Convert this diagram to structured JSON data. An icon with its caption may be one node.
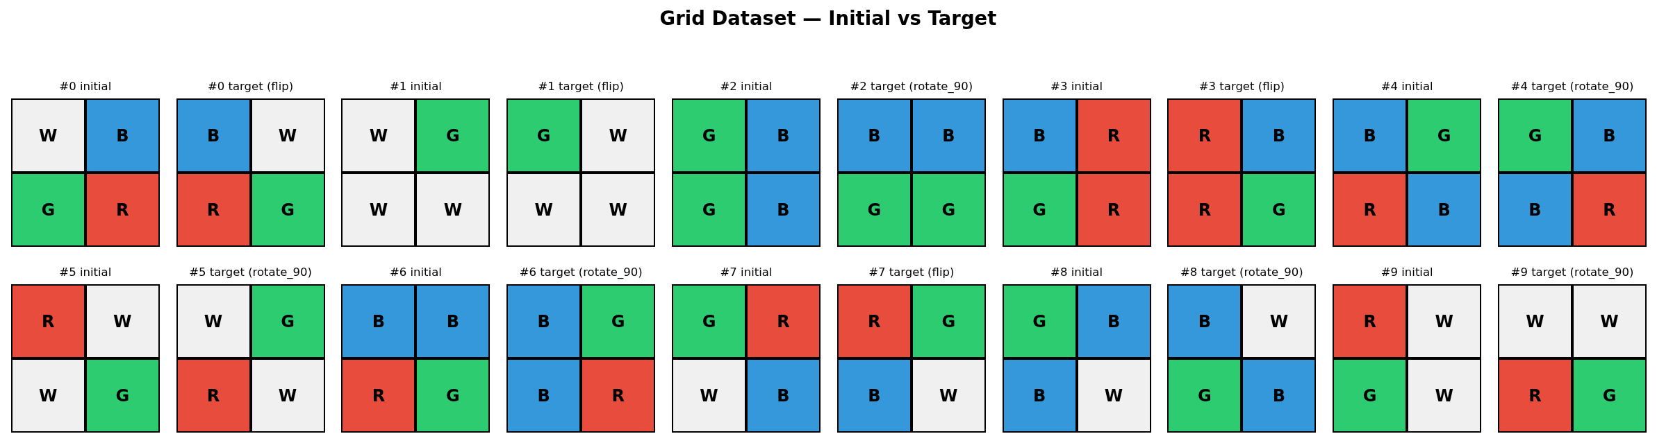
{
  "diagram": {
    "title": "Grid Dataset — Initial vs Target",
    "nodes": [
      {
        "text": [
          "#0 initial"
        ]
      },
      {
        "text": [
          "W"
        ],
        "in": 0
      },
      {
        "text": [
          "B"
        ],
        "in": 0
      },
      {
        "text": [
          "G"
        ],
        "in": 0
      },
      {
        "text": [
          "R"
        ],
        "in": 0
      },
      {
        "text": [
          "#0 target (flip)"
        ]
      },
      {
        "text": [
          "B"
        ],
        "in": 5
      },
      {
        "text": [
          "W"
        ],
        "in": 5
      },
      {
        "text": [
          "R"
        ],
        "in": 5
      },
      {
        "text": [
          "G"
        ],
        "in": 5
      },
      {
        "text": [
          "#1 initial"
        ]
      },
      {
        "text": [
          "W"
        ],
        "in": 10
      },
      {
        "text": [
          "G"
        ],
        "in": 10
      },
      {
        "text": [
          "W"
        ],
        "in": 10
      },
      {
        "text": [
          "W"
        ],
        "in": 10
      },
      {
        "text": [
          "#1 target (flip)"
        ]
      },
      {
        "text": [
          "G"
        ],
        "in": 15
      },
      {
        "text": [
          "W"
        ],
        "in": 15
      },
      {
        "text": [
          "W"
        ],
        "in": 15
      },
      {
        "text": [
          "W"
        ],
        "in": 15
      },
      {
        "text": [
          "#2 initial"
        ]
      },
      {
        "text": [
          "G"
        ],
        "in": 20
      },
      {
        "text": [
          "B"
        ],
        "in": 20
      },
      {
        "text": [
          "G"
        ],
        "in": 20
      },
      {
        "text": [
          "B"
        ],
        "in": 20
      },
      {
        "text": [
          "#2 target (rotate_90)"
        ]
      },
      {
        "text": [
          "B"
        ],
        "in": 25
      },
      {
        "text": [
          "B"
        ],
        "in": 25
      },
      {
        "text": [
          "G"
        ],
        "in": 25
      },
      {
        "text": [
          "G"
        ],
        "in": 25
      },
      {
        "text": [
          "#3 initial"
        ]
      },
      {
        "text": [
          "B"
        ],
        "in": 30
      },
      {
        "text": [
          "R"
        ],
        "in": 30
      },
      {
        "text": [
          "G"
        ],
        "in": 30
      },
      {
        "text": [
          "R"
        ],
        "in": 30
      },
      {
        "text": [
          "#3 target (flip)"
        ]
      },
      {
        "text": [
          "R"
        ],
        "in": 35
      },
      {
        "text": [
          "B"
        ],
        "in": 35
      },
      {
        "text": [
          "R"
        ],
        "in": 35
      },
      {
        "text": [
          "G"
        ],
        "in": 35
      },
      {
        "text": [
          "#4 initial"
        ]
      },
      {
        "text": [
          "B"
        ],
        "in": 40
      },
      {
        "text": [
          "G"
        ],
        "in": 40
      },
      {
        "text": [
          "R"
        ],
        "in": 40
      },
      {
        "text": [
          "B"
        ],
        "in": 40
      },
      {
        "text": [
          "#4 target (rotate_90)"
        ]
      },
      {
        "text": [
          "G"
        ],
        "in": 45
      },
      {
        "text": [
          "B"
        ],
        "in": 45
      },
      {
        "text": [
          "B"
        ],
        "in": 45
      },
      {
        "text": [
          "R"
        ],
        "in": 45
      },
      {
        "text": [
          "#5 initial"
        ]
      },
      {
        "text": [
          "R"
        ],
        "in": 50
      },
      {
        "text": [
          "W"
        ],
        "in": 50
      },
      {
        "text": [
          "W"
        ],
        "in": 50
      },
      {
        "text": [
          "G"
        ],
        "in": 50
      },
      {
        "text": [
          "#5 target (rotate_90)"
        ]
      },
      {
        "text": [
          "W"
        ],
        "in": 55
      },
      {
        "text": [
          "G"
        ],
        "in": 55
      },
      {
        "text": [
          "R"
        ],
        "in": 55
      },
      {
        "text": [
          "W"
        ],
        "in": 55
      },
      {
        "text": [
          "#6 initial"
        ]
      },
      {
        "text": [
          "B"
        ],
        "in": 60
      },
      {
        "text": [
          "B"
        ],
        "in": 60
      },
      {
        "text": [
          "R"
        ],
        "in": 60
      },
      {
        "text": [
          "G"
        ],
        "in": 60
      },
      {
        "text": [
          "#6 target (rotate_90)"
        ]
      },
      {
        "text": [
          "B"
        ],
        "in": 65
      },
      {
        "text": [
          "G"
        ],
        "in": 65
      },
      {
        "text": [
          "B"
        ],
        "in": 65
      },
      {
        "text": [
          "R"
        ],
        "in": 65
      },
      {
        "text": [
          "#7 initial"
        ]
      },
      {
        "text": [
          "G"
        ],
        "in": 70
      },
      {
        "text": [
          "R"
        ],
        "in": 70
      },
      {
        "text": [
          "W"
        ],
        "in": 70
      },
      {
        "text": [
          "B"
        ],
        "in": 70
      },
      {
        "text": [
          "#7 target (flip)"
        ]
      },
      {
        "text": [
          "R"
        ],
        "in": 75
      },
      {
        "text": [
          "G"
        ],
        "in": 75
      },
      {
        "text": [
          "B"
        ],
        "in": 75
      },
      {
        "text": [
          "W"
        ],
        "in": 75
      },
      {
        "text": [
          "#8 initial"
        ]
      },
      {
        "text": [
          "G"
        ],
        "in": 80
      },
      {
        "text": [
          "B"
        ],
        "in": 80
      },
      {
        "text": [
          "B"
        ],
        "in": 80
      },
      {
        "text": [
          "W"
        ],
        "in": 80
      },
      {
        "text": [
          "#8 target (rotate_90)"
        ]
      },
      {
        "text": [
          "B"
        ],
        "in": 85
      },
      {
        "text": [
          "W"
        ],
        "in": 85
      },
      {
        "text": [
          "G"
        ],
        "in": 85
      },
      {
        "text": [
          "B"
        ],
        "in": 85
      },
      {
        "text": [
          "#9 initial"
        ]
      },
      {
        "text": [
          "R"
        ],
        "in": 90
      },
      {
        "text": [
          "W"
        ],
        "in": 90
      },
      {
        "text": [
          "G"
        ],
        "in": 90
      },
      {
        "text": [
          "W"
        ],
        "in": 90
      },
      {
        "text": [
          "#9 target (rotate_90)"
        ]
      },
      {
        "text": [
          "W"
        ],
        "in": 95
      },
      {
        "text": [
          "W"
        ],
        "in": 95
      },
      {
        "text": [
          "R"
        ],
        "in": 95
      },
      {
        "text": [
          "G"
        ],
        "in": 95
      }
    ]
  }
}
